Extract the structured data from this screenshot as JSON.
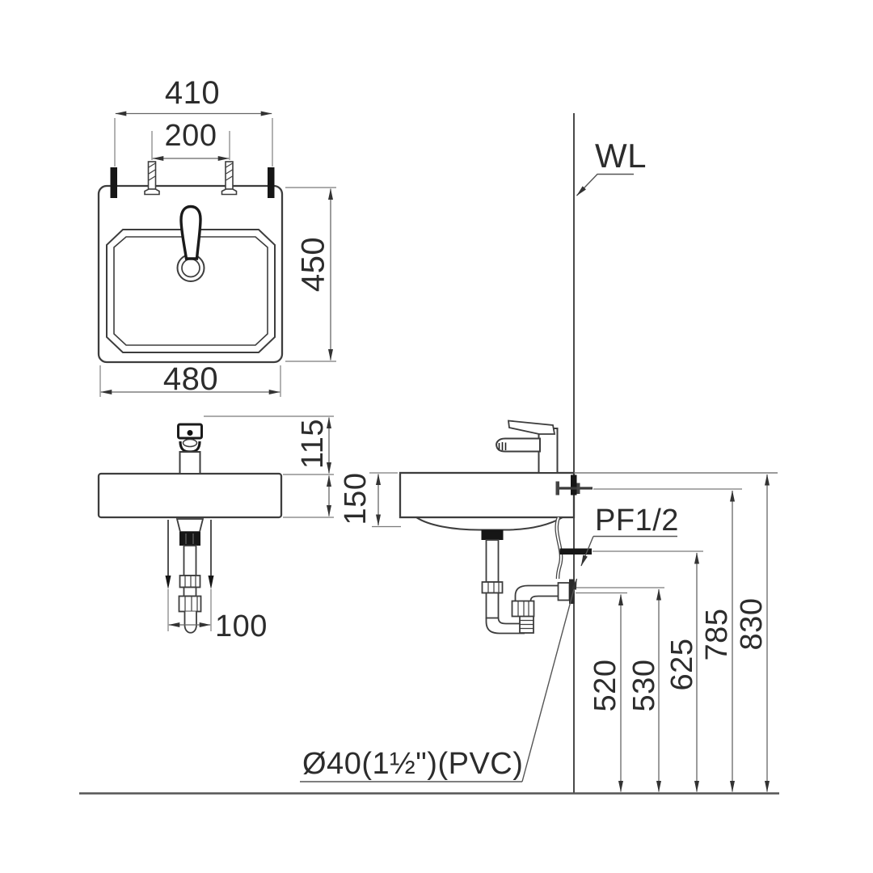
{
  "drawing": {
    "front_view": {
      "anchor_spacing": "410",
      "tap_hole_spacing": "200",
      "height": "450",
      "width": "480"
    },
    "front_elevation": {
      "faucet_height": "115",
      "hose_spacing": "100"
    },
    "side_view": {
      "basin_thickness": "150"
    },
    "heights": {
      "drain_outlet": "520",
      "trap_arm": "530",
      "angle_valve": "625",
      "supply_inlet": "785",
      "rim": "830"
    },
    "labels": {
      "wall_line": "WL",
      "supply_thread": "PF1/2",
      "drain_pipe": "Ø40(1½\")(PVC)"
    }
  }
}
